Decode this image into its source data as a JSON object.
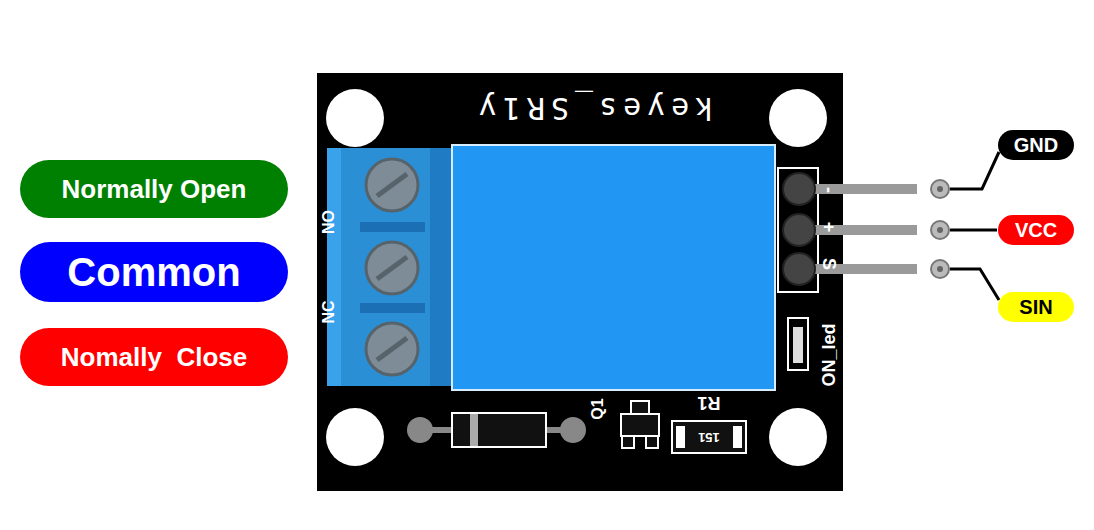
{
  "diagram": {
    "nodes": [
      {
        "text": [
          "Normally Open"
        ]
      },
      {
        "text": [
          "Common"
        ]
      },
      {
        "text": [
          "Nomally  Close"
        ]
      },
      {
        "text": [
          "GND"
        ]
      },
      {
        "text": [
          "VCC"
        ]
      },
      {
        "text": [
          "SIN"
        ]
      }
    ],
    "labels": [
      "keyes_SR1y",
      "NO",
      "NC",
      "-",
      "+",
      "S",
      "ON_led",
      "Q1",
      "R1",
      "151"
    ]
  }
}
